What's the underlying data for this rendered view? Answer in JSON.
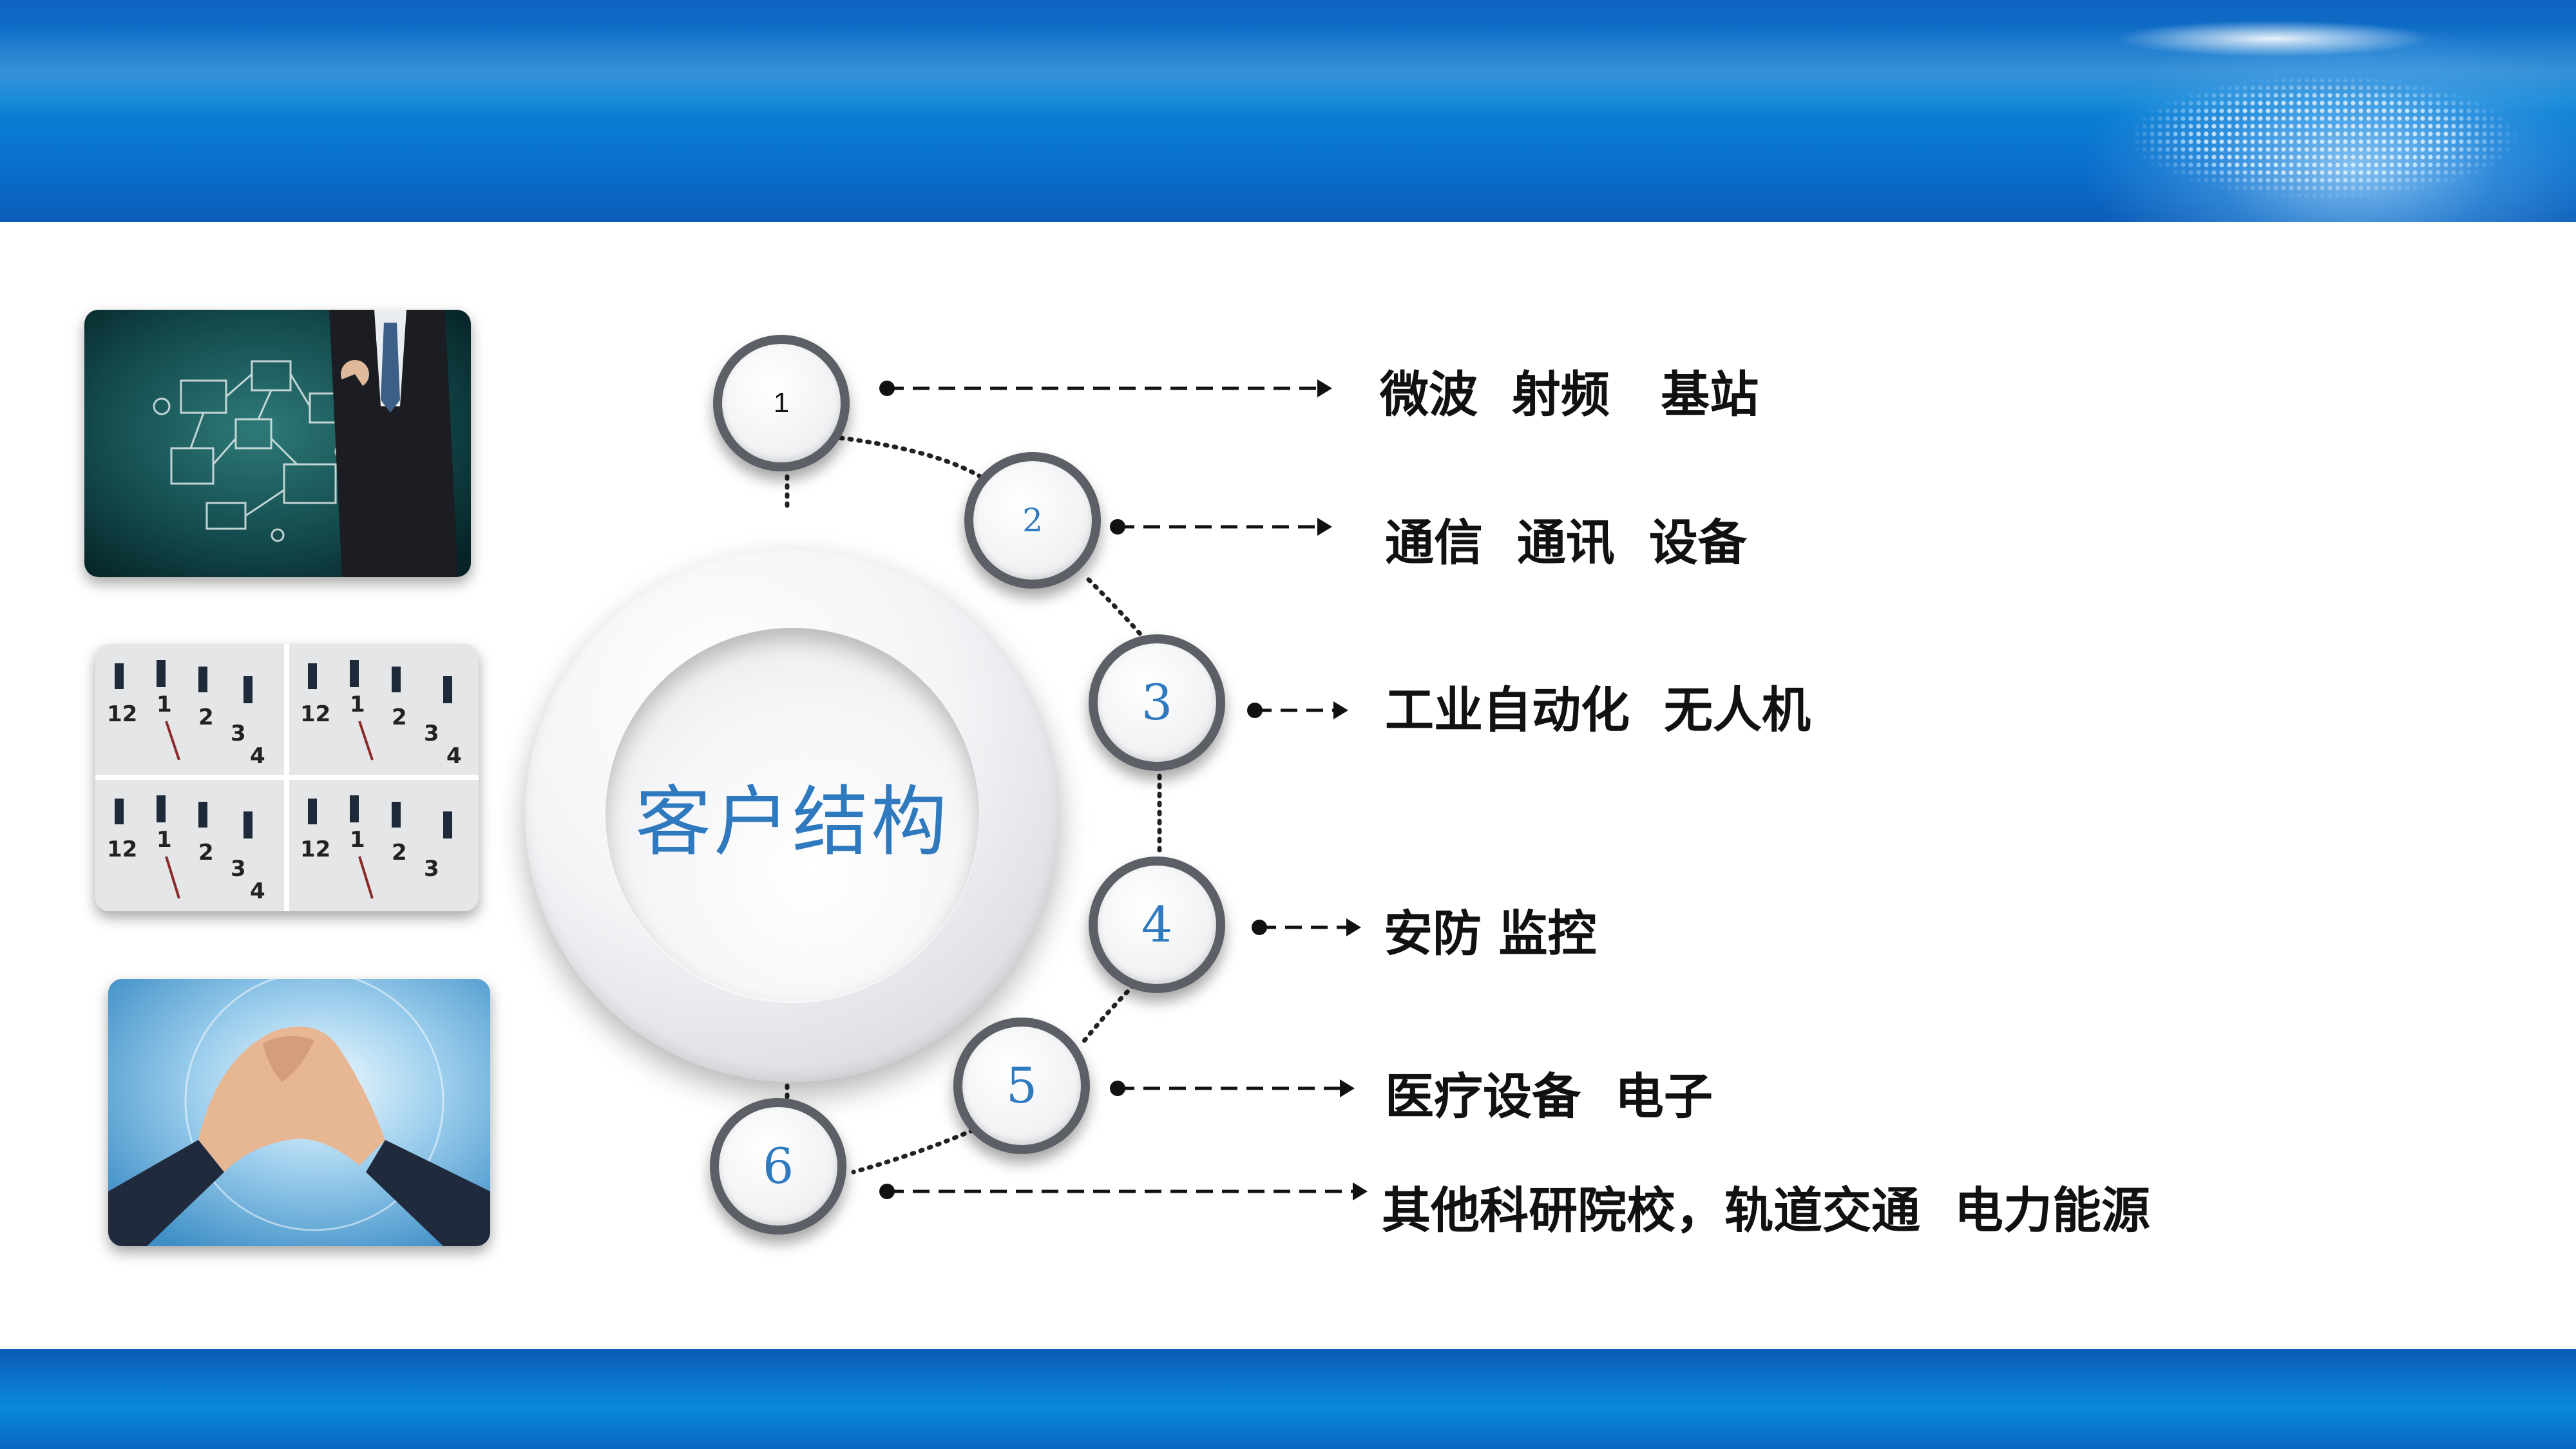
{
  "diagram": {
    "center_title": "客户结构",
    "nodes": [
      {
        "number": "1",
        "label": "微波  射频   基站"
      },
      {
        "number": "2",
        "label": "通信  通讯  设备"
      },
      {
        "number": "3",
        "label": "工业自动化  无人机"
      },
      {
        "number": "4",
        "label": "安防 监控"
      },
      {
        "number": "5",
        "label": "医疗设备  电子"
      },
      {
        "number": "6",
        "label": "其他科研院校，轨道交通  电力能源"
      }
    ]
  },
  "colors": {
    "banner_blue": "#0a7fd4",
    "accent_blue": "#2f79bf",
    "node_ring": "#5c5f66",
    "text": "#111111"
  },
  "images": [
    {
      "icon": "business-network-photo"
    },
    {
      "icon": "businessmen-on-clock-photo"
    },
    {
      "icon": "handshake-globe-photo"
    }
  ]
}
